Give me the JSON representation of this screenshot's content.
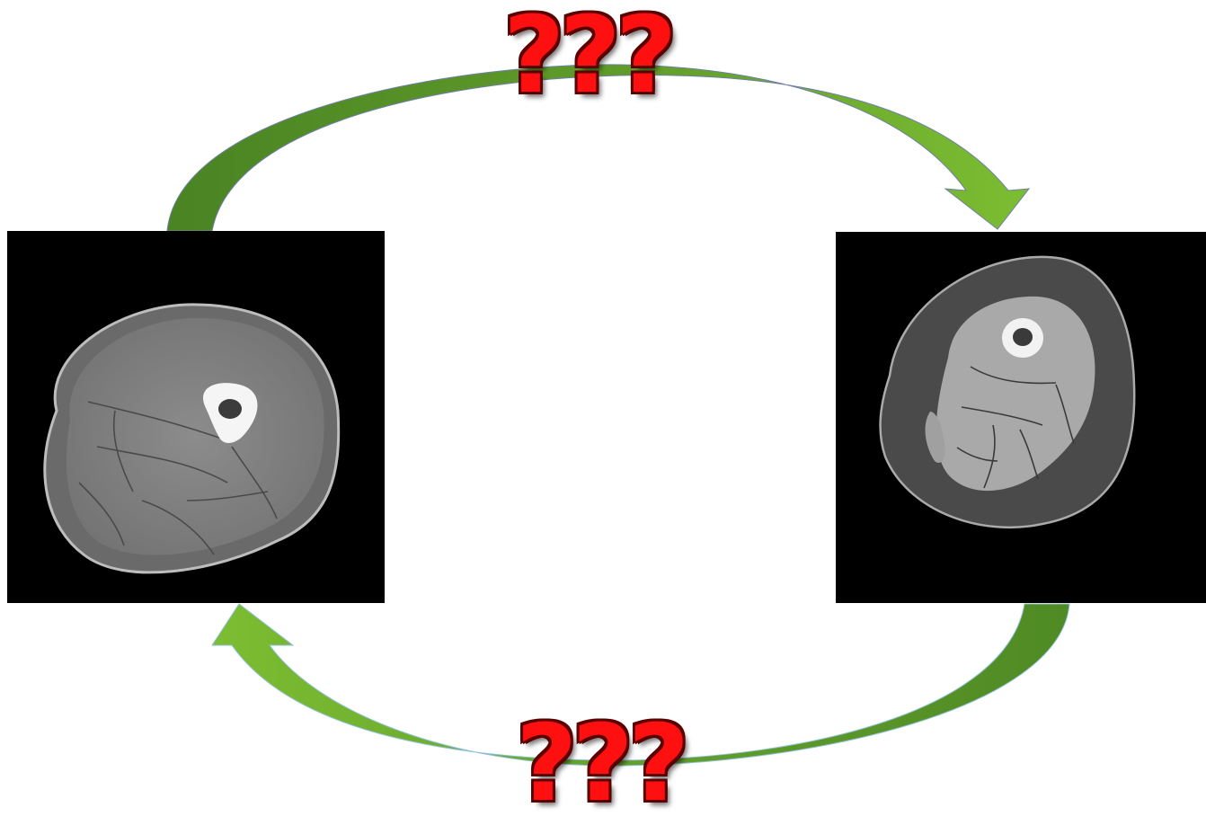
{
  "diagram": {
    "top_label": "???",
    "bottom_label": "???",
    "colors": {
      "arrow_dark": "#4f8a24",
      "arrow_light": "#7cbd32",
      "question_mark": "#ff1010",
      "panel_background": "#000000"
    },
    "images": [
      {
        "name": "ct-scan-thigh-left",
        "position": "left"
      },
      {
        "name": "ct-scan-thigh-right",
        "position": "right"
      }
    ]
  }
}
